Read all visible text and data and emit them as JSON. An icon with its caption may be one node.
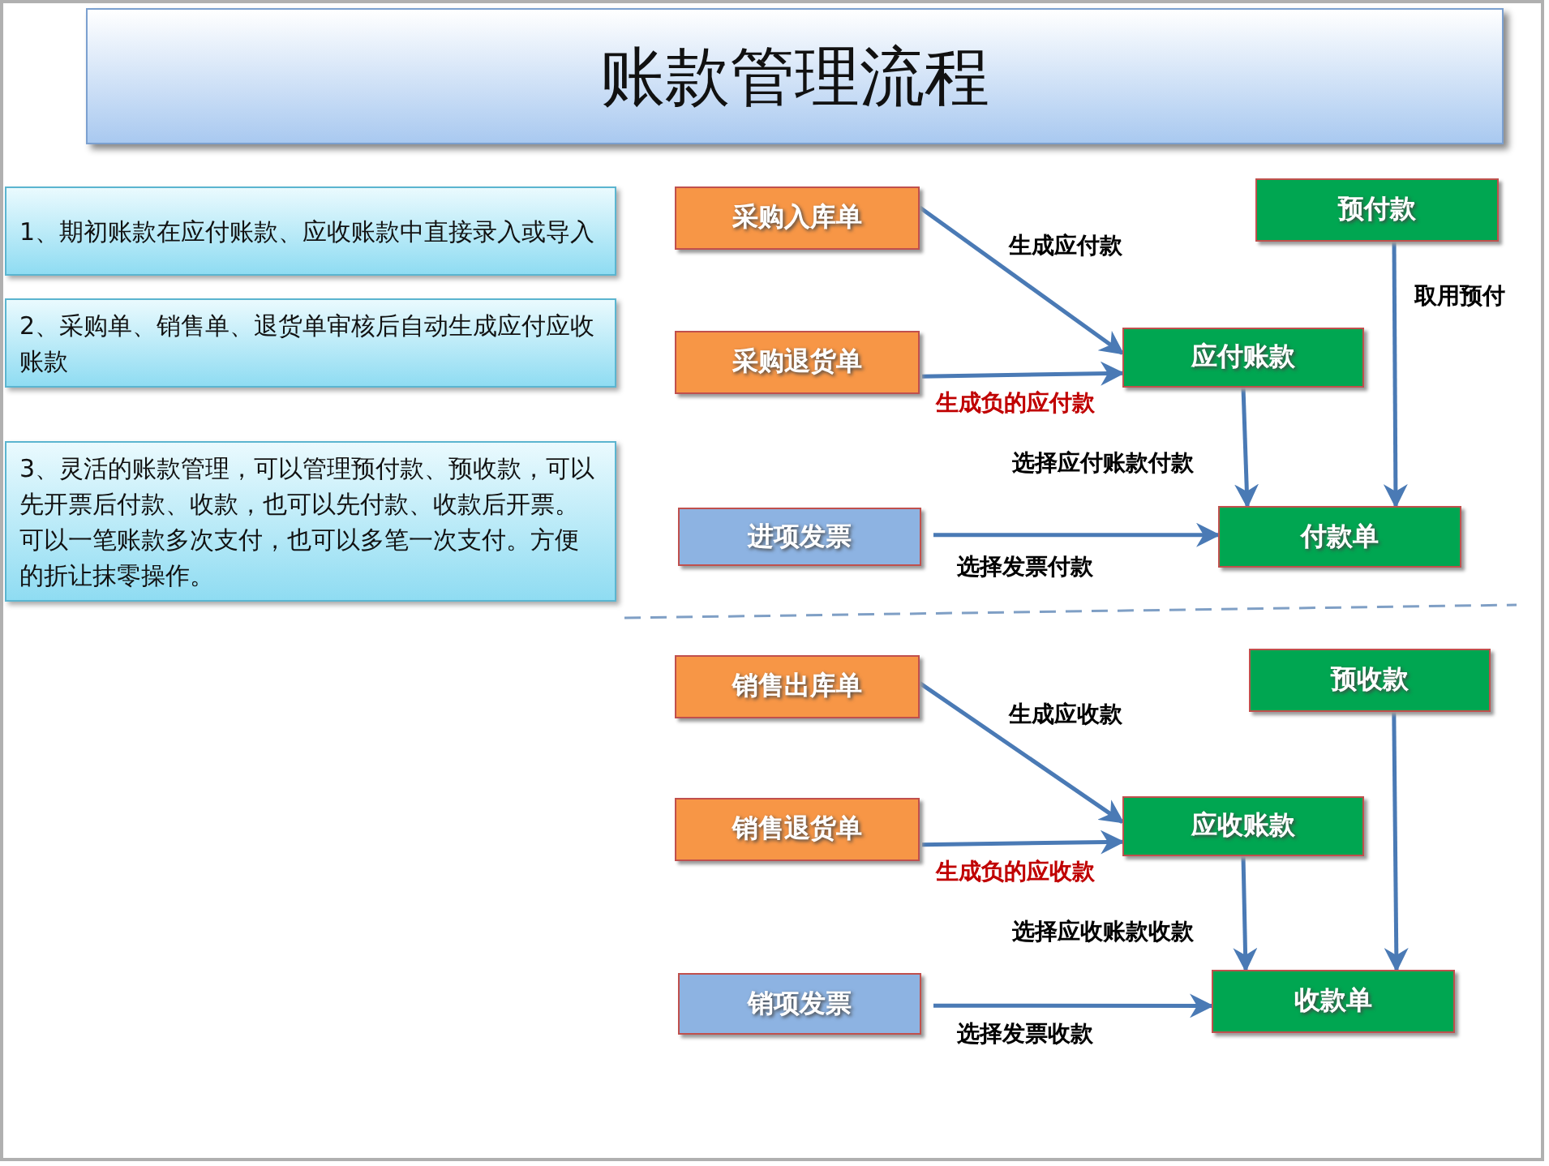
{
  "diagram": {
    "title": "账款管理流程",
    "nodes": [
      {
        "text": [
          "1、期初账款在应付账款、应收账款中直接录入或导入"
        ]
      },
      {
        "text": [
          "2、采购单、销售单、退货单审核后自动生成应付应收账款"
        ]
      },
      {
        "text": [
          "3、灵活的账款管理，可以管理预付款、预收款，可以先开票后付款、收款，也可以先付款、收款后开票。可以一笔账款多次支付，也可以多笔一次支付。方便的折让抹零操作。"
        ]
      },
      {
        "text": [
          "采购入库单"
        ]
      },
      {
        "text": [
          "预付款"
        ]
      },
      {
        "text": [
          "采购退货单"
        ]
      },
      {
        "text": [
          "应付账款"
        ]
      },
      {
        "text": [
          "进项发票"
        ]
      },
      {
        "text": [
          "付款单"
        ]
      },
      {
        "text": [
          "销售出库单"
        ]
      },
      {
        "text": [
          "预收款"
        ]
      },
      {
        "text": [
          "销售退货单"
        ]
      },
      {
        "text": [
          "应收账款"
        ]
      },
      {
        "text": [
          "销项发票"
        ]
      },
      {
        "text": [
          "收款单"
        ]
      }
    ],
    "edges": [
      {
        "from": 3,
        "to": 6,
        "arrow": "to",
        "label": "生成应付款"
      },
      {
        "from": 5,
        "to": 6,
        "arrow": "to",
        "label": "生成负的应付款"
      },
      {
        "from": 4,
        "to": 8,
        "arrow": "to",
        "label": "取用预付"
      },
      {
        "from": 6,
        "to": 8,
        "arrow": "to",
        "label": "选择应付账款付款"
      },
      {
        "from": 7,
        "to": 8,
        "arrow": "to",
        "label": "选择发票付款"
      },
      {
        "from": 9,
        "to": 12,
        "arrow": "to",
        "label": "生成应收款"
      },
      {
        "from": 11,
        "to": 12,
        "arrow": "to",
        "label": "生成负的应收款"
      },
      {
        "from": 10,
        "to": 14,
        "arrow": "to"
      },
      {
        "from": 12,
        "to": 14,
        "arrow": "to",
        "label": "选择应收账款收款"
      },
      {
        "from": 13,
        "to": 14,
        "arrow": "to",
        "label": "选择发票收款"
      }
    ]
  }
}
